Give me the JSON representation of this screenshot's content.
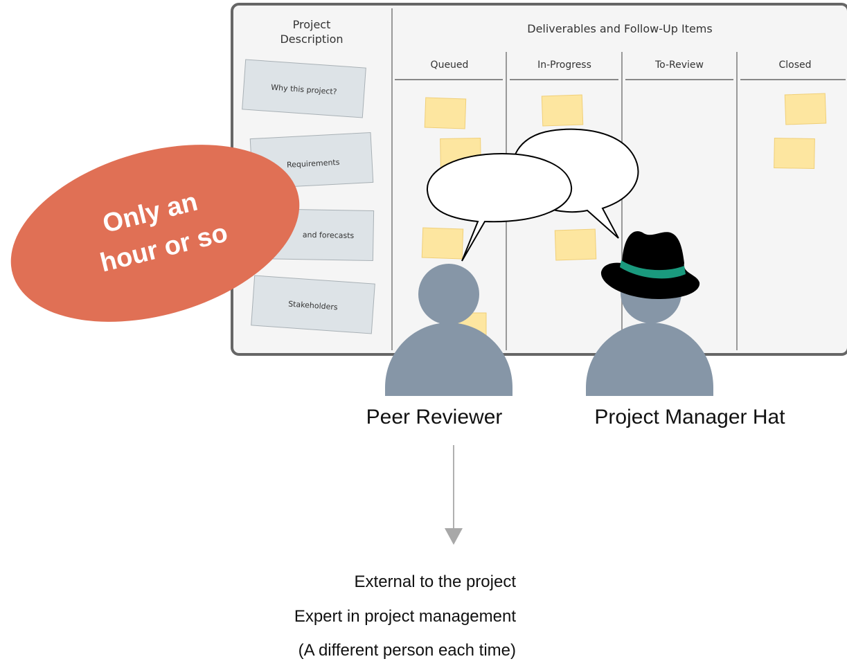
{
  "board": {
    "project_description_title_line1": "Project",
    "project_description_title_line2": "Description",
    "deliverables_title": "Deliverables and Follow-Up Items",
    "columns": [
      "Queued",
      "In-Progress",
      "To-Review",
      "Closed"
    ],
    "cards": [
      "Why this project?",
      "Requirements",
      "and forecasts",
      "Stakeholders"
    ]
  },
  "callout": {
    "line1": "Only an",
    "line2": "hour or so",
    "color": "#e07055"
  },
  "people": {
    "peer_reviewer": "Peer Reviewer",
    "project_manager": "Project Manager Hat",
    "person_color": "#8696a7",
    "hat_band_color": "#1a9a7e"
  },
  "reviewer_traits": [
    "External to the project",
    "Expert in project management",
    "(A different person each time)"
  ],
  "colors": {
    "sticky": "#fde6a0",
    "card": "#dde3e7",
    "board_border": "#666666"
  }
}
